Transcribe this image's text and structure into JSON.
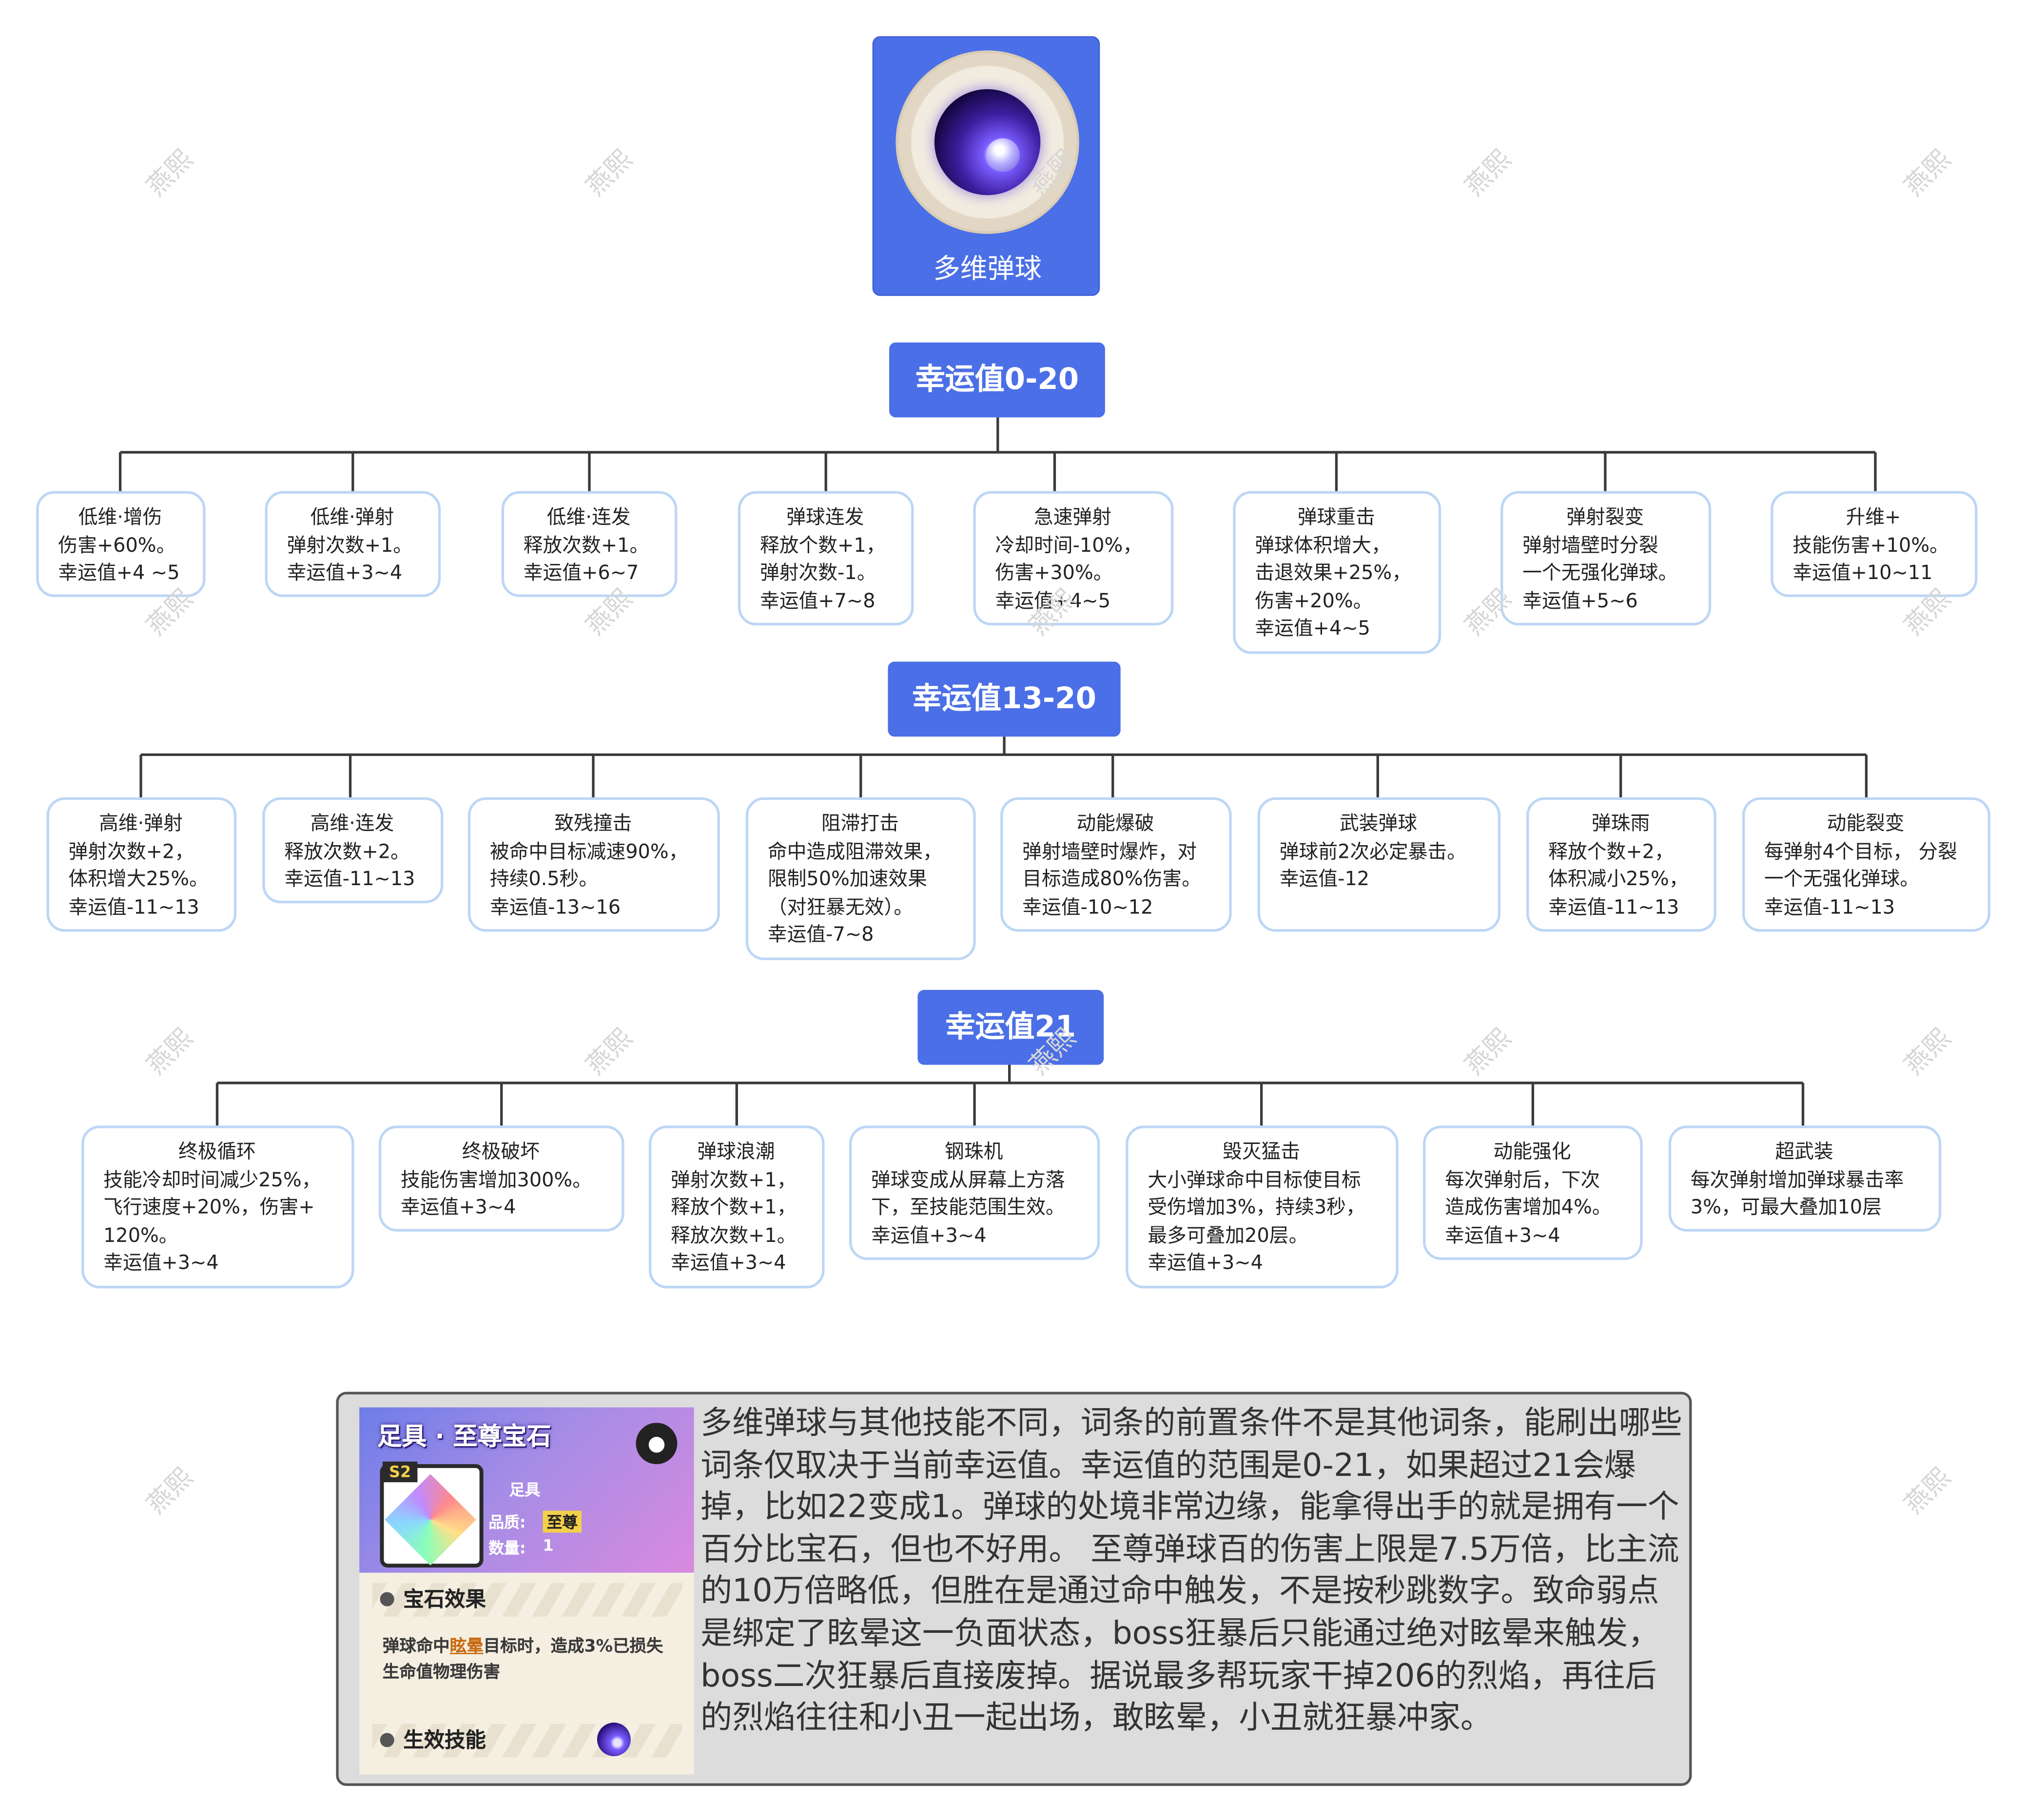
{
  "root": {
    "title": "多维弹球",
    "icon": "orb-emblem-icon"
  },
  "groups": [
    {
      "label": "幸运值0-20",
      "nodes": [
        {
          "title": "低维·增伤",
          "body": "伤害+60%。\n幸运值+4 ~5"
        },
        {
          "title": "低维·弹射",
          "body": "弹射次数+1。\n幸运值+3~4"
        },
        {
          "title": "低维·连发",
          "body": "释放次数+1。\n幸运值+6~7"
        },
        {
          "title": "弹球连发",
          "body": "释放个数+1，\n弹射次数-1。\n幸运值+7~8"
        },
        {
          "title": "急速弹射",
          "body": "冷却时间-10%，\n伤害+30%。\n幸运值+4~5"
        },
        {
          "title": "弹球重击",
          "body": "弹球体积增大，\n击退效果+25%，\n伤害+20%。\n幸运值+4~5"
        },
        {
          "title": "弹射裂变",
          "body": "弹射墙壁时分裂\n一个无强化弹球。\n幸运值+5~6"
        },
        {
          "title": "升维+",
          "body": "技能伤害+10%。\n幸运值+10~11"
        }
      ]
    },
    {
      "label": "幸运值13-20",
      "nodes": [
        {
          "title": "高维·弹射",
          "body": "弹射次数+2，\n体积增大25%。\n幸运值-11~13"
        },
        {
          "title": "高维·连发",
          "body": "释放次数+2。\n幸运值-11~13"
        },
        {
          "title": "致残撞击",
          "body": "被命中目标减速90%，\n持续0.5秒。\n幸运值-13~16"
        },
        {
          "title": "阻滞打击",
          "body": "命中造成阻滞效果，\n限制50%加速效果\n（对狂暴无效）。\n幸运值-7~8"
        },
        {
          "title": "动能爆破",
          "body": "弹射墙壁时爆炸，对\n目标造成80%伤害。\n幸运值-10~12"
        },
        {
          "title": "武装弹球",
          "body": "弹球前2次必定暴击。\n幸运值-12"
        },
        {
          "title": "弹珠雨",
          "body": "释放个数+2，\n体积减小25%，\n幸运值-11~13"
        },
        {
          "title": "动能裂变",
          "body": "每弹射4个目标， 分裂\n一个无强化弹球。\n幸运值-11~13"
        }
      ]
    },
    {
      "label": "幸运值21",
      "nodes": [
        {
          "title": "终极循环",
          "body": "技能冷却时间减少25%，\n飞行速度+20%，伤害+\n120%。\n幸运值+3~4"
        },
        {
          "title": "终极破坏",
          "body": "技能伤害增加300%。\n幸运值+3~4"
        },
        {
          "title": "弹球浪潮",
          "body": "弹射次数+1，\n释放个数+1，\n释放次数+1。\n幸运值+3~4"
        },
        {
          "title": "钢珠机",
          "body": "弹球变成从屏幕上方落\n下，至技能范围生效。\n幸运值+3~4"
        },
        {
          "title": "毁灭猛击",
          "body": "大小弹球命中目标使目标\n受伤增加3%，持续3秒，\n最多可叠加20层。\n幸运值+3~4"
        },
        {
          "title": "动能强化",
          "body": "每次弹射后，下次\n造成伤害增加4%。\n幸运值+3~4"
        },
        {
          "title": "超武装",
          "body": "每次弹射增加弹球暴击率\n3%，可最大叠加10层"
        }
      ]
    }
  ],
  "watermark": "燕熙",
  "gem_card": {
    "title": "足具 · 至尊宝石",
    "tier": "S2",
    "slot": "足具",
    "quality_label": "品质:",
    "quality_value": "至尊",
    "count_label": "数量:",
    "count_value": "1",
    "effect_heading": "宝石效果",
    "effect_pre": "弹球命中",
    "effect_highlight": "眩晕",
    "effect_post": "目标时，造成3%已损失生命值物理伤害",
    "skill_heading": "生效技能"
  },
  "description": "多维弹球与其他技能不同，词条的前置条件不是其他词条，能刷出哪些词条仅取决于当前幸运值。幸运值的范围是0-21，如果超过21会爆掉，比如22变成1。弹球的处境非常边缘，能拿得出手的就是拥有一个百分比宝石，但也不好用。 至尊弹球百的伤害上限是7.5万倍，比主流的10万倍略低，但胜在是通过命中触发，不是按秒跳数字。致命弱点是绑定了眩晕这一负面状态，boss狂暴后只能通过绝对眩晕来触发，boss二次狂暴后直接废掉。据说最多帮玩家干掉206的烈焰，再往后的烈焰往往和小丑一起出场，敢眩晕，小丑就狂暴冲家。",
  "colors": {
    "accent": "#4b6fe6",
    "node_border": "#bcd6f5",
    "card_bg": "#dcdcdc"
  }
}
